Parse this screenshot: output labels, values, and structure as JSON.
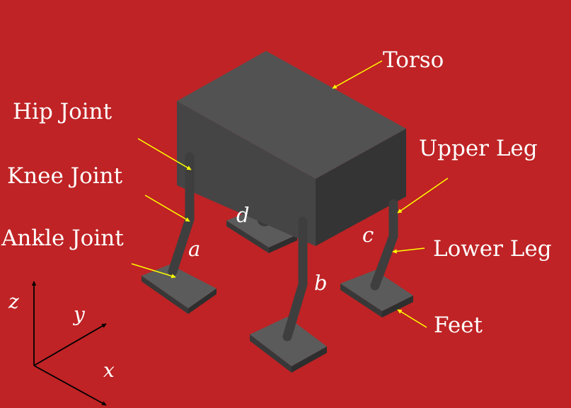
{
  "labels": {
    "torso": "Torso",
    "hip_joint": "Hip Joint",
    "knee_joint": "Knee Joint",
    "ankle_joint": "Ankle Joint",
    "upper_leg": "Upper Leg",
    "lower_leg": "Lower Leg",
    "feet": "Feet"
  },
  "legs": {
    "a": "a",
    "b": "b",
    "c": "c",
    "d": "d"
  },
  "axes": {
    "z": "z",
    "y": "y",
    "x": "x"
  },
  "colors": {
    "background": "#bf2325",
    "annotation_arrow": "#ffff00",
    "robot_body": "#4a4a4a",
    "axis_line": "#000000",
    "text": "#ffffff"
  }
}
